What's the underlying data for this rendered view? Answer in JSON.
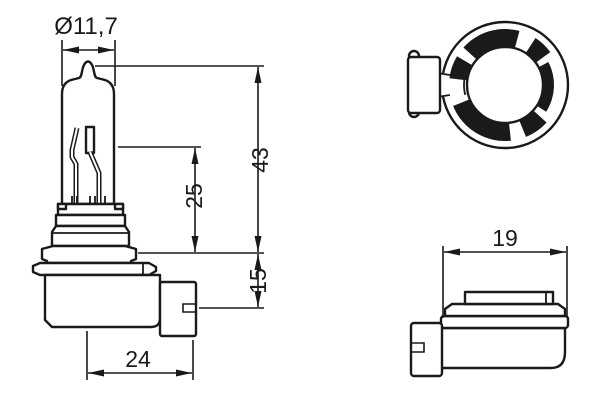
{
  "drawing": {
    "background": "#ffffff",
    "line_color": "#1a1a1a",
    "description": "halogen bulb technical drawing, three views",
    "dimensions": {
      "bulb_diameter": "Ø11,7",
      "total_length": "43",
      "light_center_length": "25",
      "base_length": "15",
      "axial_depth": "24",
      "flange_width": "19"
    }
  }
}
